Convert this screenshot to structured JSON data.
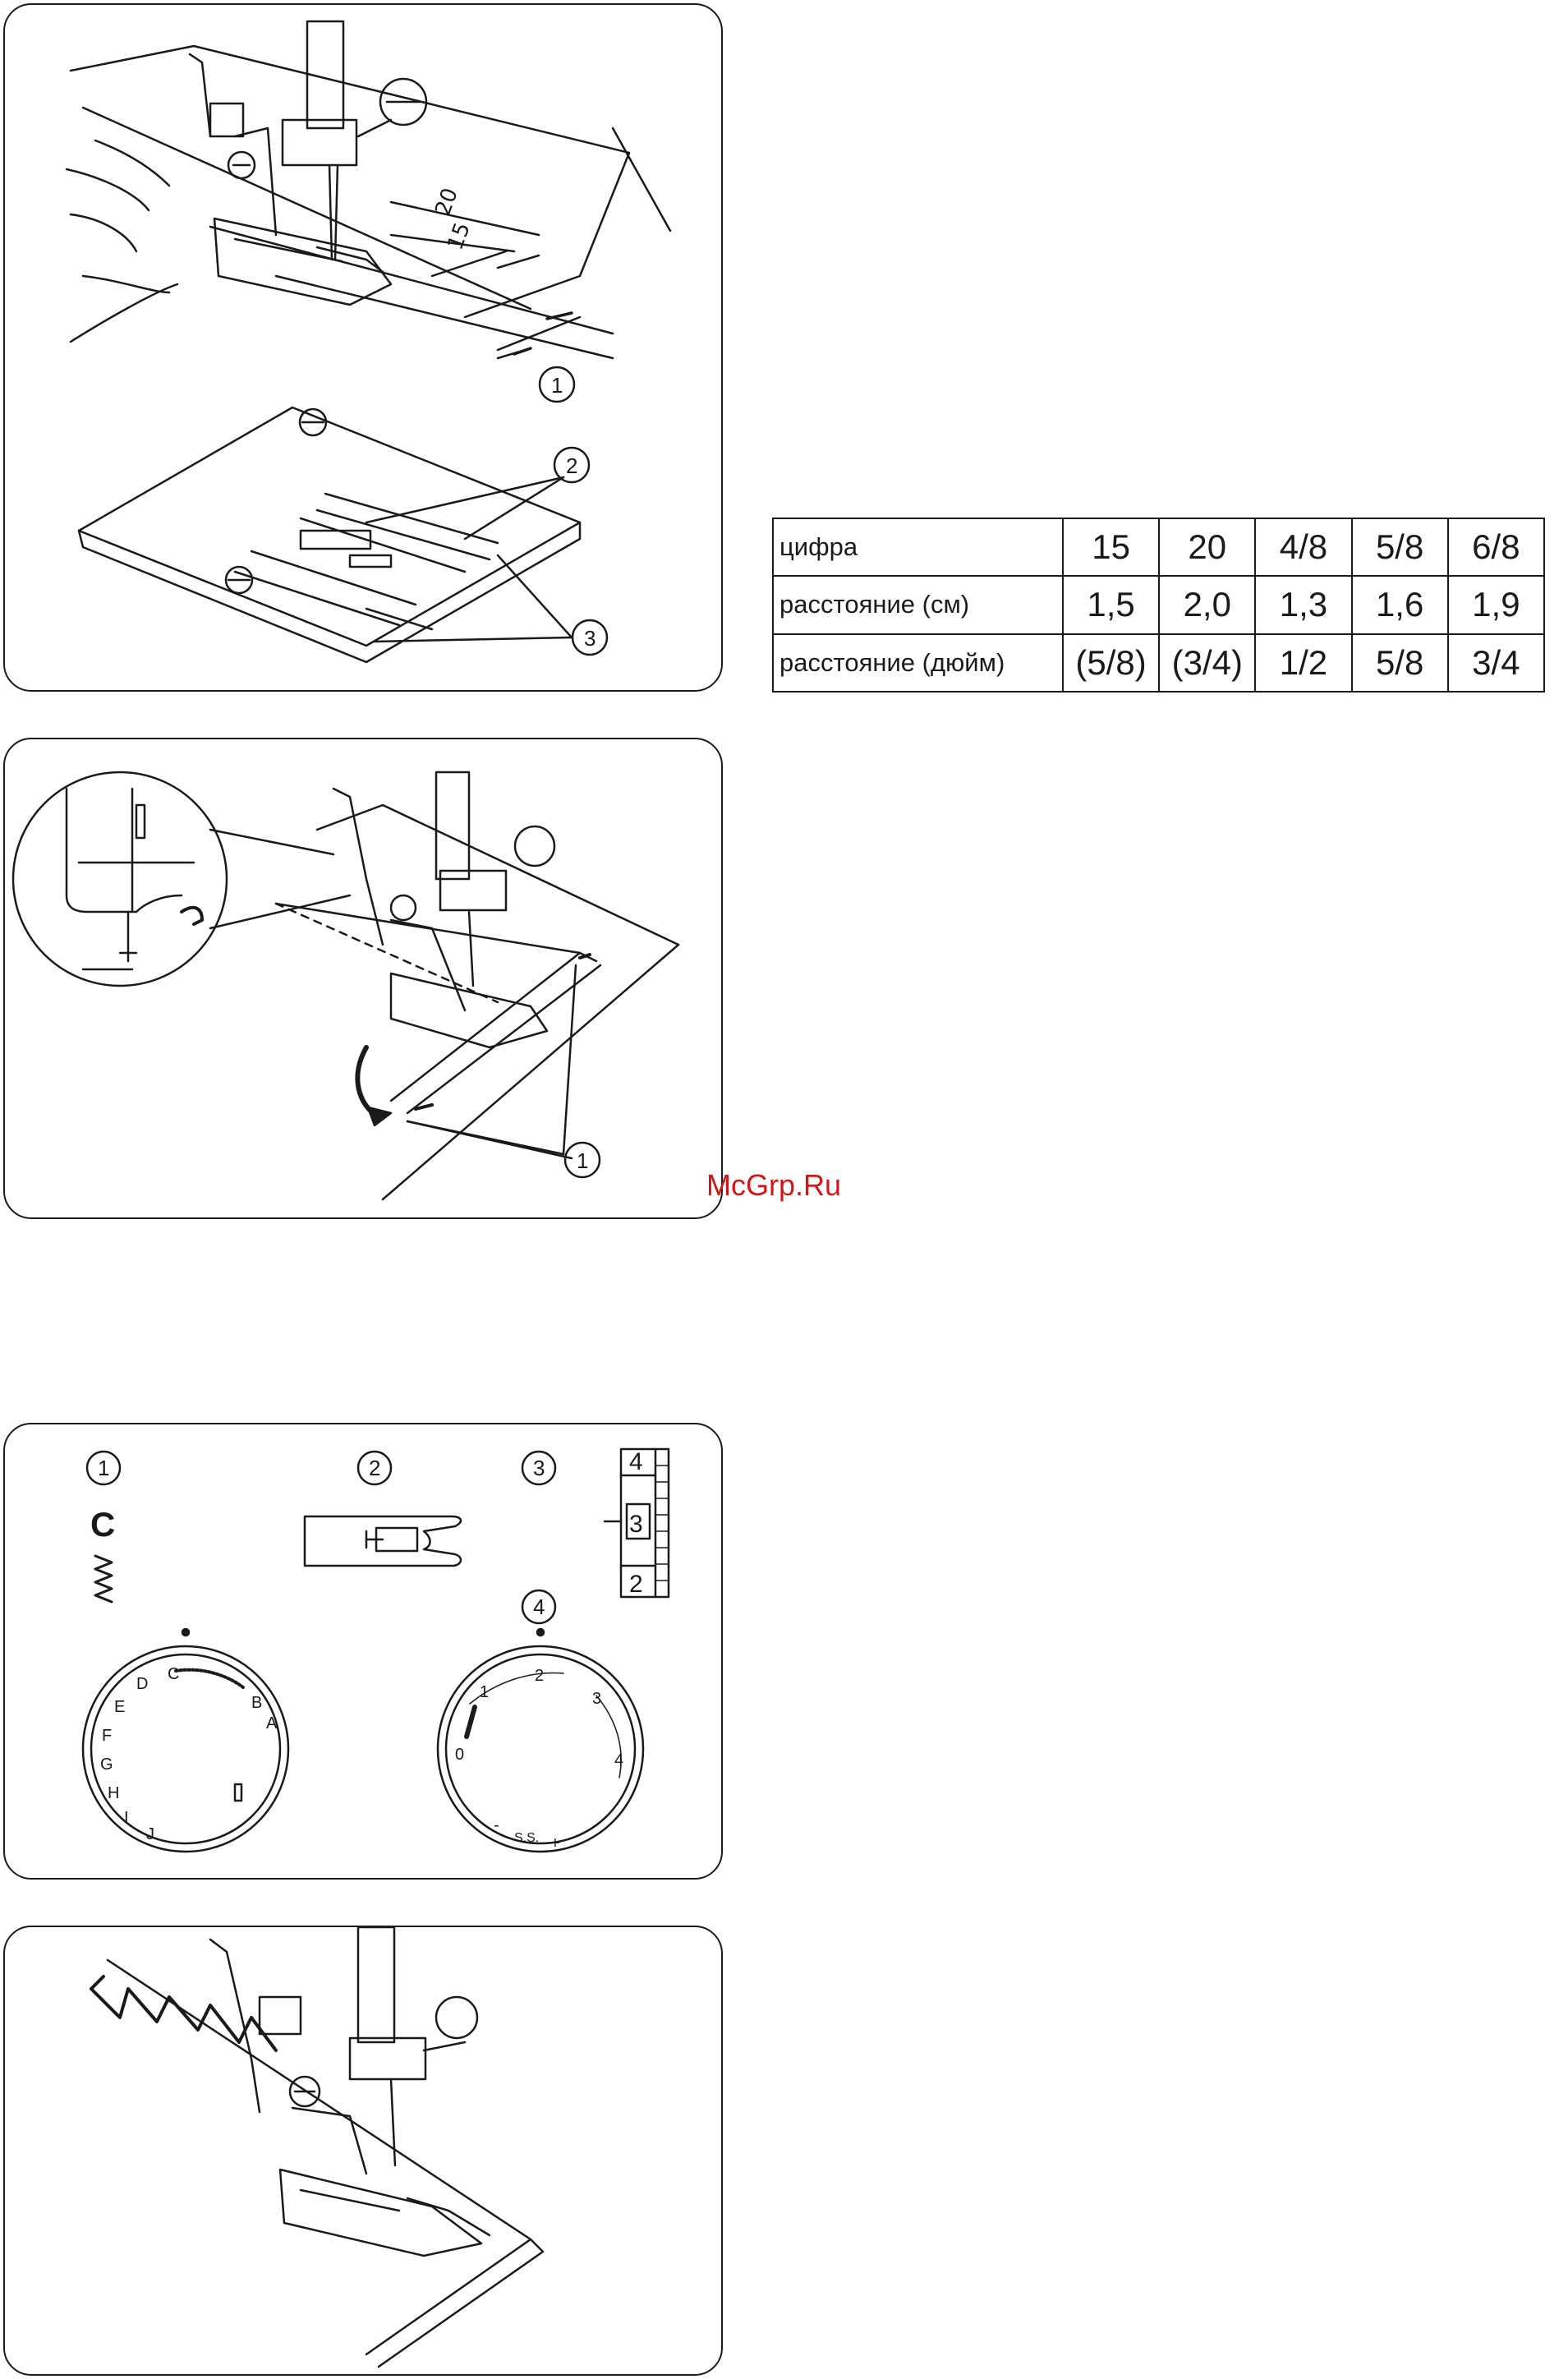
{
  "callouts": {
    "c1": "①",
    "c2": "②",
    "c3": "③",
    "c4": "④"
  },
  "illustration1": {
    "guide_numbers": [
      "20",
      "15"
    ]
  },
  "stitch_panel": {
    "pattern_letter": "C",
    "stitch_width_scale": [
      "4",
      "3",
      "2"
    ],
    "pattern_dial_letters": [
      "A",
      "B",
      "C",
      "D",
      "E",
      "F",
      "G",
      "H",
      "I",
      "J"
    ],
    "length_dial_marks": [
      "0",
      "1",
      "2",
      "3",
      "4",
      "S.S.",
      "+",
      "-"
    ]
  },
  "table": {
    "rows": [
      {
        "label": "цифра",
        "values": [
          "15",
          "20",
          "4/8",
          "5/8",
          "6/8"
        ]
      },
      {
        "label": "расстояние (см)",
        "values": [
          "1,5",
          "2,0",
          "1,3",
          "1,6",
          "1,9"
        ]
      },
      {
        "label": "расстояние (дюйм)",
        "values": [
          "(5/8)",
          "(3/4)",
          "1/2",
          "5/8",
          "3/4"
        ]
      }
    ]
  },
  "watermark": "McGrp.Ru",
  "colors": {
    "ink": "#1a1a1a",
    "watermark": "#cc1a1a"
  }
}
